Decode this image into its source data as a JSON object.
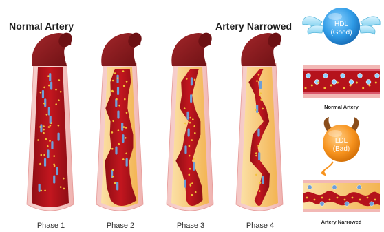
{
  "headings": {
    "left": "Normal Artery",
    "right": "Artery Narrowed"
  },
  "phases": [
    {
      "label": "Phase 1"
    },
    {
      "label": "Phase 2"
    },
    {
      "label": "Phase 3"
    },
    {
      "label": "Phase 4"
    }
  ],
  "legend": {
    "hdl": {
      "line1": "HDL",
      "line2": "(Good)"
    },
    "ldl": {
      "line1": "LDL",
      "line2": "(Bad)"
    },
    "normal_caption": "Normal Artery",
    "narrowed_caption": "Artery Narrowed"
  },
  "colors": {
    "artery_wall": "#d9576a",
    "artery_outer": "#f2b8b5",
    "artery_cut": "#8a1b1f",
    "blood": "#b5121b",
    "plaque": "#f6c36b",
    "plaque_inner": "#fde7b1",
    "blood_cell_spot": "#f2c23a",
    "cholesterol_rod": "#6f9ed6",
    "hdl_blue": "#2f9be6",
    "ldl_orange": "#f7931e"
  },
  "icons": {
    "hdl": "winged-blue-ball-icon",
    "ldl": "horned-orange-ball-icon"
  }
}
